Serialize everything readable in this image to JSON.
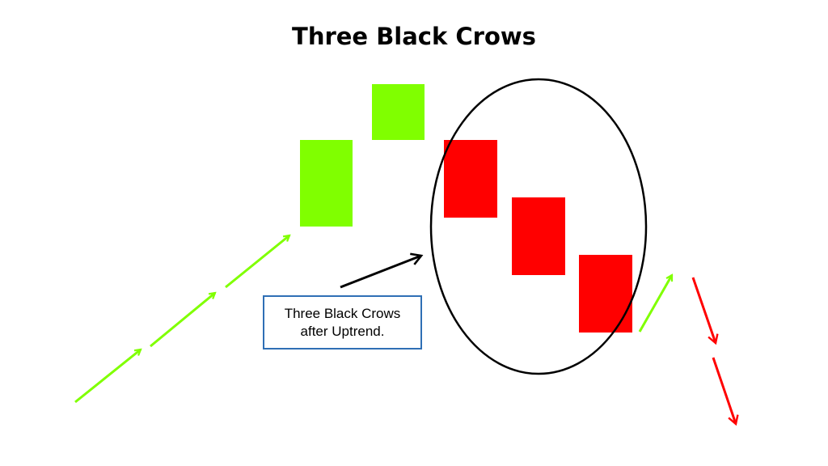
{
  "title": "Three Black Crows",
  "callout": {
    "line1": "Three Black Crows",
    "line2": "after Uptrend."
  },
  "colors": {
    "bullish": "#80ff00",
    "bearish": "#ff0000",
    "callout_border": "#2f6fb5",
    "ellipse": "#000000"
  }
}
